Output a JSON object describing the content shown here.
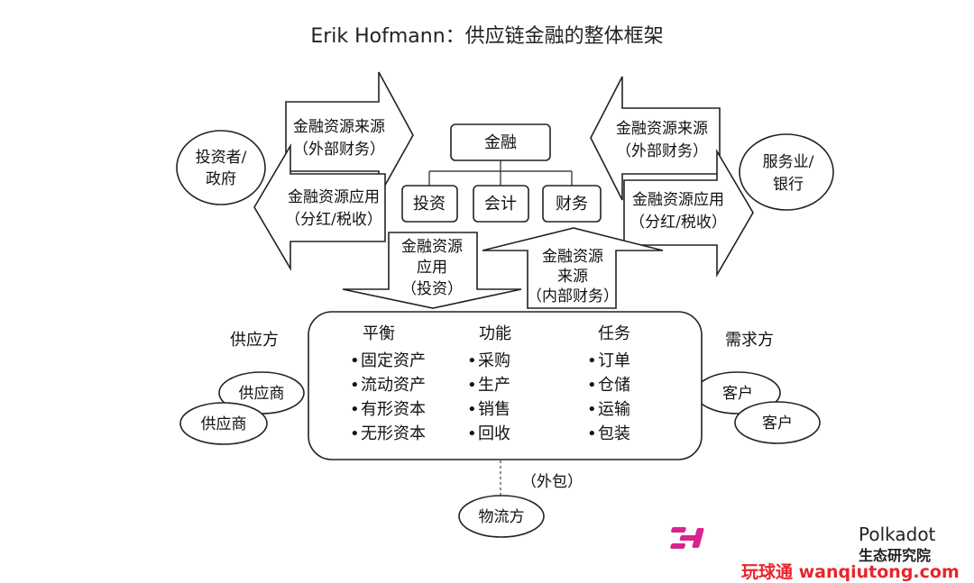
{
  "title": "Erik Hofmann：供应链金融的整体框架",
  "left_party": [
    "投资者/",
    "政府"
  ],
  "right_party": [
    "服务业/",
    "银行"
  ],
  "left_arrow_top": [
    "金融资源来源",
    "（外部财务）"
  ],
  "left_arrow_bottom": [
    "金融资源应用",
    "（分红/税收）"
  ],
  "right_arrow_top": [
    "金融资源来源",
    "（外部财务）"
  ],
  "right_arrow_bottom": [
    "金融资源应用",
    "（分红/税收）"
  ],
  "finance_head": "金融",
  "finance_children": [
    "投资",
    "会计",
    "财务"
  ],
  "down_arrow": [
    "金融资源",
    "应用",
    "（投资）"
  ],
  "up_arrow": [
    "金融资源",
    "来源",
    "（内部财务）"
  ],
  "supply_side_label": "供应方",
  "demand_side_label": "需求方",
  "suppliers": [
    "供应商",
    "供应商"
  ],
  "customers": [
    "客户",
    "客户"
  ],
  "columns": [
    {
      "header": "平衡",
      "items": [
        "固定资产",
        "流动资产",
        "有形资本",
        "无形资本"
      ]
    },
    {
      "header": "功能",
      "items": [
        "采购",
        "生产",
        "销售",
        "回收"
      ]
    },
    {
      "header": "任务",
      "items": [
        "订单",
        "仓储",
        "运输",
        "包装"
      ]
    }
  ],
  "bullet": "•",
  "outsourcing_label": "（外包）",
  "logistics_party": "物流方",
  "watermark": {
    "brand_line1": "Polkadot",
    "brand_line2": "生态研究院",
    "site": "玩球通 wanqiutong.com",
    "color_red": "#e8242c",
    "color_magenta": "#d9238e"
  }
}
